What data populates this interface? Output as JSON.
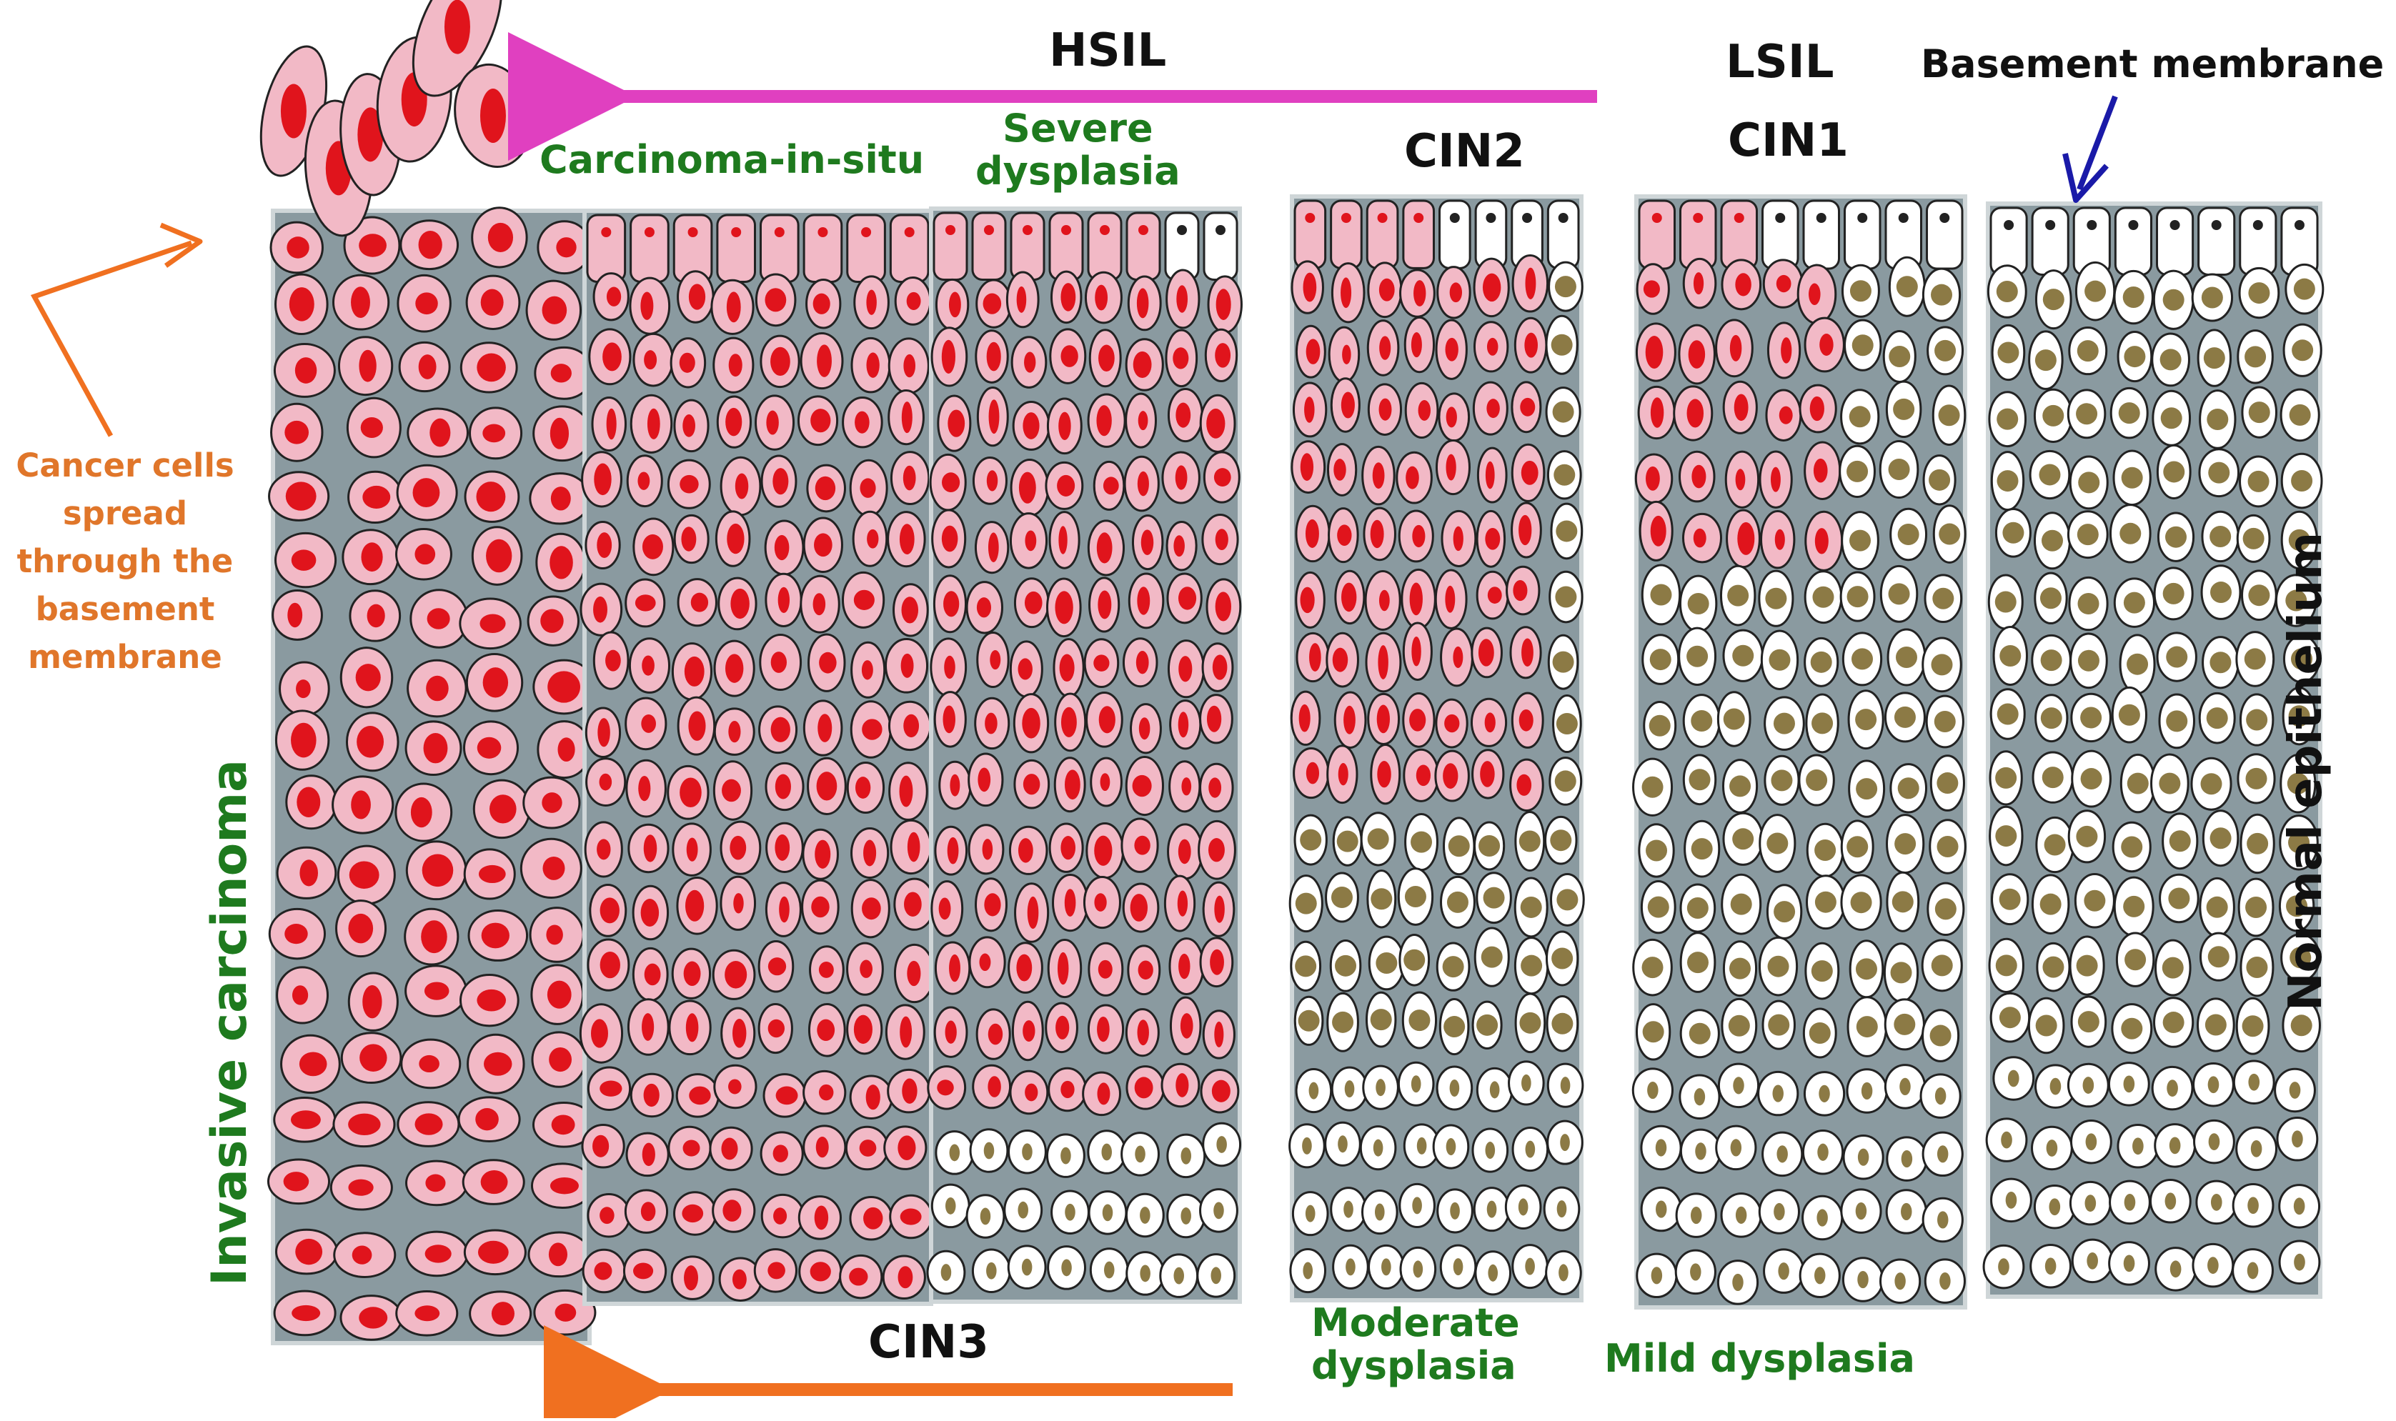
{
  "labels": {
    "hsil": "HSIL",
    "lsil": "LSIL",
    "basement_membrane": "Basement membrane",
    "cin1": "CIN1",
    "cin2": "CIN2",
    "cin3": "CIN3",
    "carcinoma_in_situ": "Carcinoma-in-situ",
    "severe_line1": "Severe",
    "severe_line2": "dysplasia",
    "moderate_line1": "Moderate",
    "moderate_line2": "dysplasia",
    "mild_dysplasia": "Mild dysplasia",
    "invasive_carcinoma": "Invasive carcinoma",
    "normal_epithelium": "Normal epithelium",
    "cancer_cells": [
      "Cancer cells",
      "spread",
      "through the",
      "basement",
      "membrane"
    ]
  },
  "colors": {
    "abnormal_cell": "#f2b9c6",
    "abnormal_nucleus": "#e0141c",
    "normal_cell": "#ffffff",
    "normal_nucleus": "#8c7a45",
    "stroma": "#8a9aa0",
    "outline": "#222222",
    "hsil_arrow": "#e040c0",
    "cin3_arrow": "#f07020",
    "basement_arrow": "#1a1aa8",
    "text_green": "#1e7a1e",
    "text_orange": "#e0762a"
  },
  "panels": [
    {
      "name": "invasive-carcinoma",
      "abnormal_fraction": 1.0
    },
    {
      "name": "carcinoma-in-situ",
      "abnormal_fraction": 1.0
    },
    {
      "name": "severe-dysplasia",
      "abnormal_fraction": 0.75
    },
    {
      "name": "moderate-dysplasia",
      "abnormal_fraction": 0.5
    },
    {
      "name": "mild-dysplasia",
      "abnormal_fraction": 0.25
    },
    {
      "name": "normal-epithelium",
      "abnormal_fraction": 0.0
    }
  ]
}
